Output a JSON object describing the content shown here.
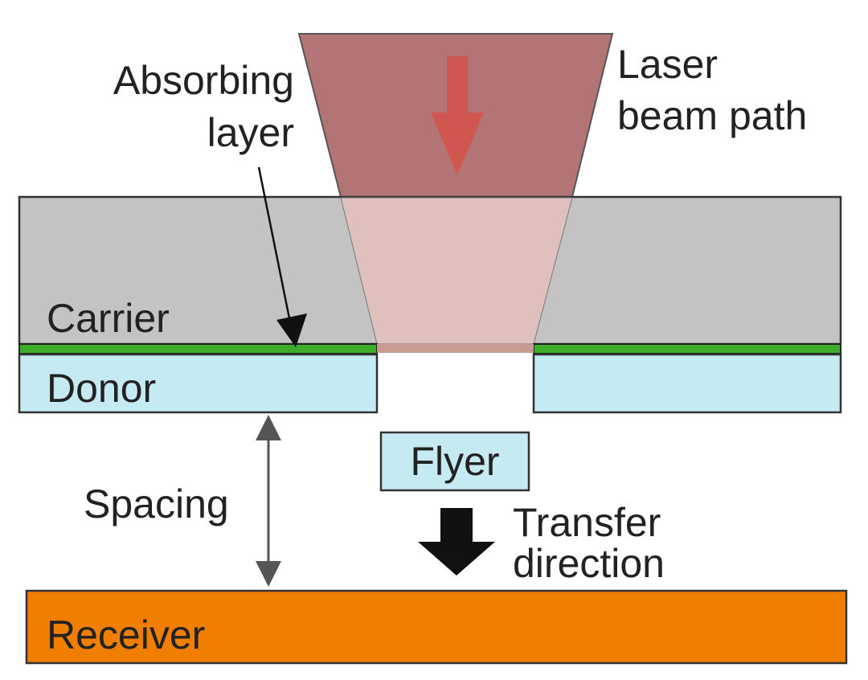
{
  "labels": {
    "absorbing_layer_line1": "Absorbing",
    "absorbing_layer_line2": "layer",
    "laser_line1": "Laser",
    "laser_line2": "beam path",
    "carrier": "Carrier",
    "donor": "Donor",
    "flyer": "Flyer",
    "spacing": "Spacing",
    "transfer_line1": "Transfer",
    "transfer_line2": "direction",
    "receiver": "Receiver"
  },
  "colors": {
    "laser_beam": "#b27474",
    "laser_in_carrier": "#e0c0bd",
    "laser_arrow": "#d0574f",
    "carrier": "#c3c3c3",
    "absorbing_layer": "#3dae2a",
    "donor": "#c5eaf2",
    "flyer": "#c5eaf2",
    "receiver": "#f07e00",
    "transfer_arrow": "#111111",
    "spacing_arrow": "#555555",
    "outline": "#333333"
  },
  "icons": {
    "laser_direction": "down-arrow-icon",
    "transfer_direction": "down-arrow-icon",
    "spacing": "double-headed-arrow-icon"
  }
}
